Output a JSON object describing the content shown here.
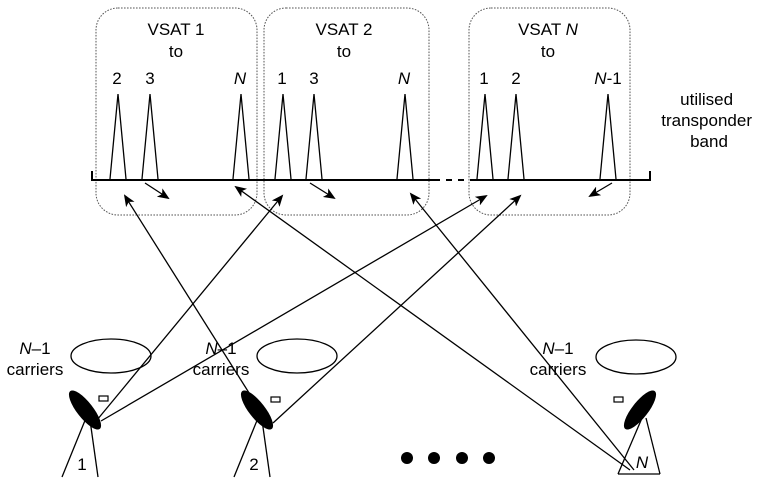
{
  "groups": [
    {
      "title_prefix": "VSAT ",
      "title_num": "1",
      "title_num_italic": false,
      "title_to": "to",
      "carriers": [
        {
          "text": "2",
          "italic": false
        },
        {
          "text": "3",
          "italic": false
        },
        {
          "text": "N",
          "italic": true
        }
      ]
    },
    {
      "title_prefix": "VSAT ",
      "title_num": "2",
      "title_num_italic": false,
      "title_to": "to",
      "carriers": [
        {
          "text": "1",
          "italic": false
        },
        {
          "text": "3",
          "italic": false
        },
        {
          "text": "N",
          "italic": true
        }
      ]
    },
    {
      "title_prefix": "VSAT ",
      "title_num": "N",
      "title_num_italic": true,
      "title_to": "to",
      "carriers": [
        {
          "text": "1",
          "italic": false
        },
        {
          "text": "2",
          "italic": false
        },
        {
          "text": "N",
          "italic": true,
          "suffix": "-1"
        }
      ]
    }
  ],
  "band_label": [
    "utilised",
    "transponder",
    "band"
  ],
  "carrier_labels": [
    {
      "n": "N",
      "rest": "–1",
      "word": "carriers"
    },
    {
      "n": "N",
      "rest": "–1",
      "word": "carriers"
    },
    {
      "n": "N",
      "rest": "–1",
      "word": "carriers"
    }
  ],
  "stations": [
    {
      "label": "1",
      "italic": false
    },
    {
      "label": "2",
      "italic": false
    },
    {
      "label": "N",
      "italic": true
    }
  ]
}
